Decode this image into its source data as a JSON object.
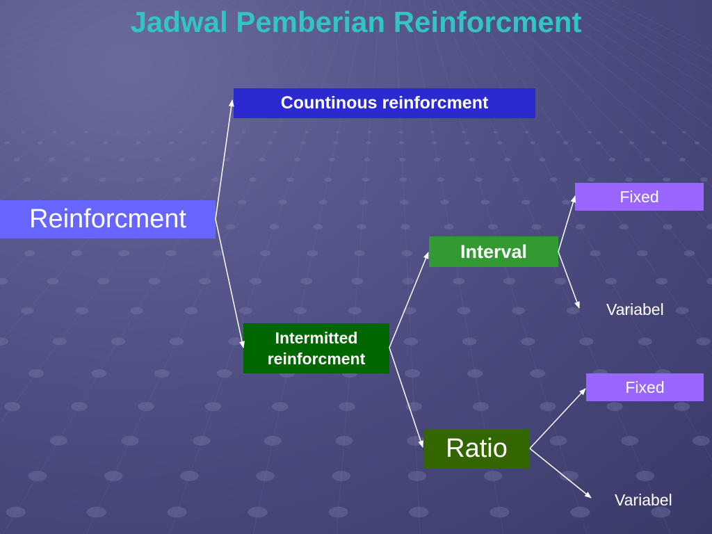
{
  "title": "Jadwal Pemberian Reinforcment",
  "colors": {
    "title": "#33c4c4",
    "root": "#6666ff",
    "continuous": "#2a2ad0",
    "green_dark": "#006600",
    "green_mid": "#339933",
    "green_olive": "#336600",
    "violet": "#9966ff",
    "arrow": "#ffffff"
  },
  "nodes": {
    "reinforcment": "Reinforcment",
    "continuous": "Countinous reinforcment",
    "intermitted_line1": "Intermitted",
    "intermitted_line2": "reinforcment",
    "interval": "Interval",
    "ratio": "Ratio",
    "interval_fixed": "Fixed",
    "interval_variabel": "Variabel",
    "ratio_fixed": "Fixed",
    "ratio_variabel": "Variabel"
  }
}
